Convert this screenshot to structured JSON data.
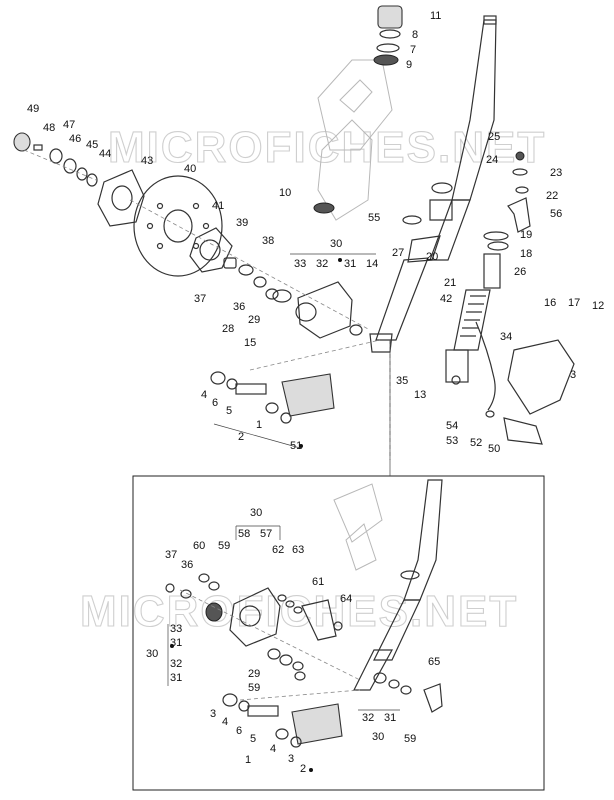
{
  "watermark": "MICROFICHES.NET",
  "callouts_upper": [
    "11",
    "8",
    "7",
    "9",
    "49",
    "48",
    "47",
    "46",
    "45",
    "44",
    "43",
    "40",
    "25",
    "24",
    "23",
    "22",
    "56",
    "10",
    "55",
    "41",
    "39",
    "38",
    "30",
    "33",
    "32",
    "31",
    "14",
    "27",
    "20",
    "19",
    "18",
    "26",
    "21",
    "42",
    "37",
    "36",
    "29",
    "28",
    "15",
    "16",
    "17",
    "12",
    "34",
    "35",
    "13",
    "3",
    "4",
    "6",
    "5",
    "1",
    "2",
    "51",
    "54",
    "53",
    "52",
    "50"
  ],
  "callouts_inset": [
    "30",
    "58",
    "57",
    "37",
    "60",
    "59",
    "36",
    "62",
    "63",
    "61",
    "64",
    "33",
    "31",
    "30",
    "32",
    "31",
    "29",
    "59",
    "65",
    "3",
    "4",
    "6",
    "5",
    "4",
    "3",
    "1",
    "2",
    "32",
    "31",
    "30",
    "59"
  ],
  "colors": {
    "stroke": "#333333",
    "watermark": "#cfcfcf",
    "text": "#111111"
  }
}
